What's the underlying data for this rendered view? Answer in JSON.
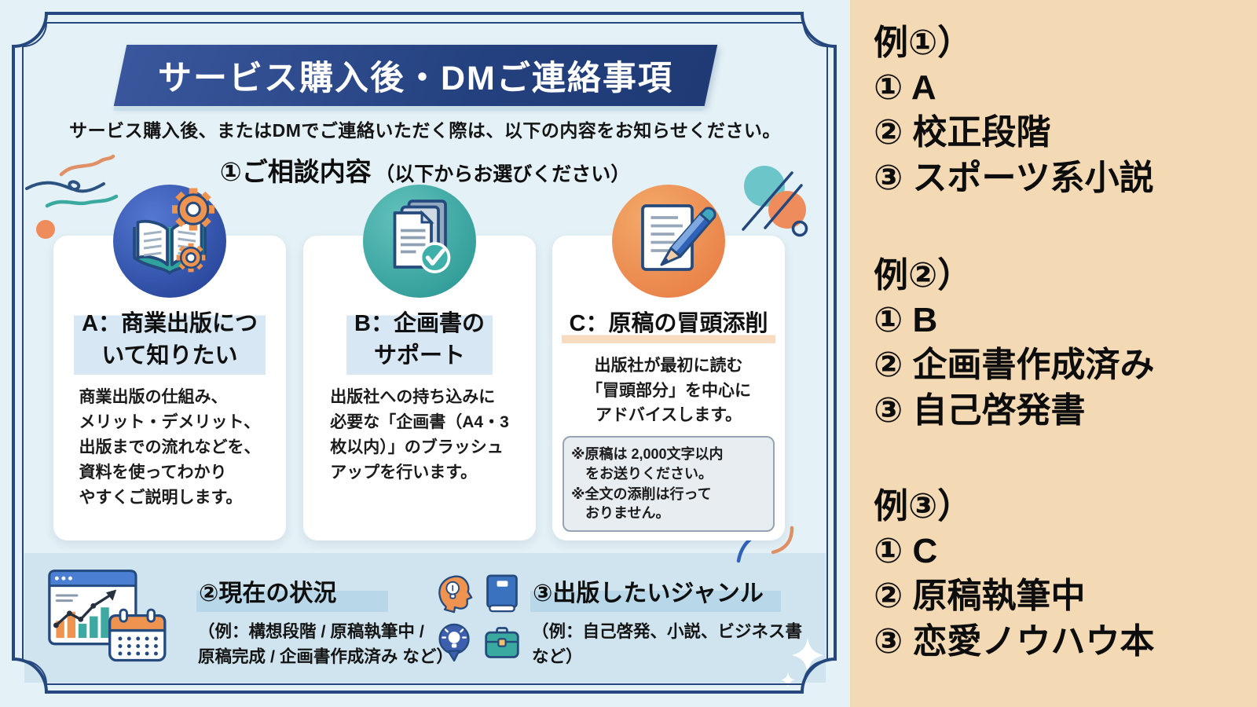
{
  "colors": {
    "panel_bg": "#e4f1f6",
    "band_bg": "#cfe4ee",
    "frame_navy": "#24477e",
    "banner_navy": "#24417f",
    "tan_bg": "#f3dab4",
    "accent_orange": "#ef9350",
    "accent_teal": "#3aa9a0",
    "highlight_blue": "#d7e7f3",
    "highlight_peach": "#f8dcc2"
  },
  "poster": {
    "title": "サービス購入後・DMご連絡事項",
    "subtitle": "サービス購入後、またはDMでご連絡いただく際は、以下の内容をお知らせください。",
    "consult": {
      "heading": "①ご相談内容",
      "heading_note": "（以下からお選びください）",
      "cards": [
        {
          "icon": "open-book-gears-icon",
          "title": "A：商業出版につ\nいて知りたい",
          "body": "商業出版の仕組み、\nメリット・デメリット、\n出版までの流れなどを、\n資料を使ってわかり\nやすくご説明します。"
        },
        {
          "icon": "documents-check-icon",
          "title": "B：企画書の\nサポート",
          "body": "出版社への持ち込みに\n必要な「企画書（A4・3\n枚以内）」のブラッシュ\nアップを行います。"
        },
        {
          "icon": "manuscript-pen-icon",
          "title": "C：原稿の冒頭添削",
          "body": "出版社が最初に読む\n「冒頭部分」を中心に\nアドバイスします。",
          "notes": [
            "※原稿は 2,000文字以内\n　をお送りください。",
            "※全文の添削は行って\n　おりません。"
          ]
        }
      ]
    },
    "status": {
      "icon": "chart-calendar-icon",
      "heading": "②現在の状況",
      "example": "（例：構想段階 / 原稿執筆中 /\n原稿完成 / 企画書作成済み など）"
    },
    "genre": {
      "icons": [
        "head-idea-icon",
        "book-icon",
        "bulb-pin-icon",
        "briefcase-icon"
      ],
      "heading": "③出版したいジャンル",
      "example": "（例：自己啓発、小説、ビジネス書\nなど）"
    }
  },
  "examples": [
    {
      "label": "例①）",
      "items": [
        "① A",
        "② 校正段階",
        "③ スポーツ系小説"
      ]
    },
    {
      "label": "例②）",
      "items": [
        "① B",
        "② 企画書作成済み",
        "③ 自己啓発書"
      ]
    },
    {
      "label": "例③）",
      "items": [
        "① C",
        "② 原稿執筆中",
        "③ 恋愛ノウハウ本"
      ]
    }
  ]
}
